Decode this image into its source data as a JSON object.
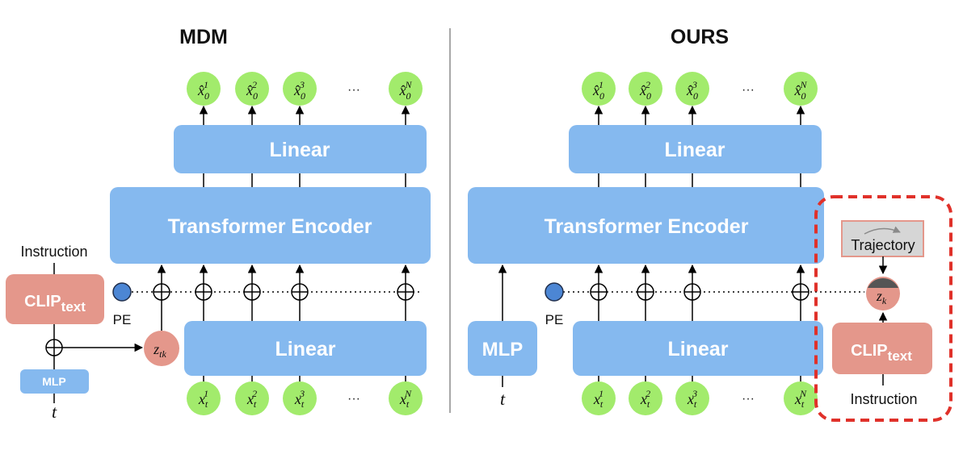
{
  "mdm": {
    "title": "MDM",
    "outputs": [
      "x̂",
      "x̂",
      "x̂",
      "x̂"
    ],
    "output_sups": [
      "1",
      "2",
      "3",
      "N"
    ],
    "output_subs": [
      "0",
      "0",
      "0",
      "0"
    ],
    "dots": "···",
    "linear_top": "Linear",
    "transformer": "Transformer Encoder",
    "linear_bottom": "Linear",
    "inputs": [
      "x",
      "x",
      "x",
      "x"
    ],
    "input_sups": [
      "1",
      "2",
      "3",
      "N"
    ],
    "input_subs": [
      "t",
      "t",
      "t",
      "t"
    ],
    "pe": "PE",
    "z_main": "z",
    "z_sub": "tk",
    "instruction": "Instruction",
    "clip_main": "CLIP",
    "clip_sub": "text",
    "mlp": "MLP",
    "t": "t"
  },
  "ours": {
    "title": "OURS",
    "outputs": [
      "x̂",
      "x̂",
      "x̂",
      "x̂"
    ],
    "output_sups": [
      "1",
      "2",
      "3",
      "N"
    ],
    "output_subs": [
      "0",
      "0",
      "0",
      "0"
    ],
    "dots": "···",
    "linear_top": "Linear",
    "transformer": "Transformer Encoder",
    "linear_bottom": "Linear",
    "inputs": [
      "x",
      "x",
      "x",
      "x"
    ],
    "input_sups": [
      "1",
      "2",
      "3",
      "N"
    ],
    "input_subs": [
      "t",
      "t",
      "t",
      "t"
    ],
    "pe": "PE",
    "mlp": "MLP",
    "t": "t",
    "trajectory": "Trajectory",
    "z_main": "z",
    "z_sub": "k",
    "clip_main": "CLIP",
    "clip_sub": "text",
    "instruction": "Instruction"
  },
  "colors": {
    "blue_box": "#85B9EF",
    "green_node": "#A2EB6C",
    "salmon": "#E4978B",
    "pe_blue": "#4C86D4",
    "highlight_red": "#E0312A",
    "trajectory_gray": "#D6D6D6"
  }
}
